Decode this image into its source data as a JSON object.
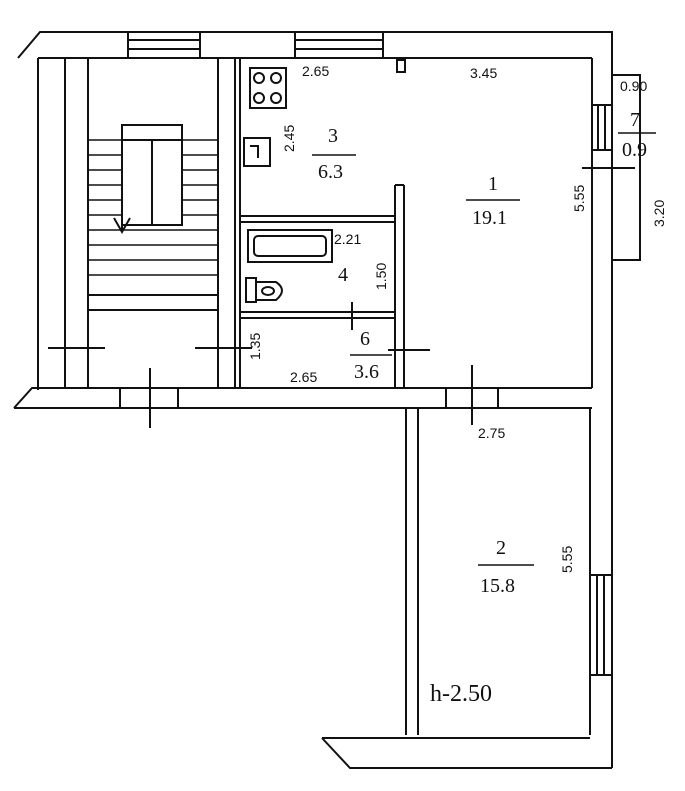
{
  "rooms": [
    {
      "number": "1",
      "area": "19.1"
    },
    {
      "number": "2",
      "area": "15.8"
    },
    {
      "number": "3",
      "area": "6.3"
    },
    {
      "number": "4",
      "area": ""
    },
    {
      "number": "6",
      "area": "3.6"
    },
    {
      "number": "7",
      "area": "0.9"
    }
  ],
  "dimensions": {
    "kitchen_top": "2.65",
    "room1_top": "3.45",
    "balcony_top": "0.90",
    "kitchen_side": "2.45",
    "room1_side": "5.55",
    "balcony_side": "3.20",
    "bath_width": "2.21",
    "bath_side": "1.50",
    "hall_side": "1.35",
    "hall_bottom": "2.65",
    "room2_top": "2.75",
    "room2_side": "5.55"
  },
  "ceiling_height": "h-2.50",
  "icons": [
    "stove-icon",
    "sink-icon",
    "bathtub-icon",
    "toilet-icon",
    "stairs-down-arrow-icon"
  ],
  "colors": {
    "line": "#111111",
    "background": "#ffffff"
  }
}
